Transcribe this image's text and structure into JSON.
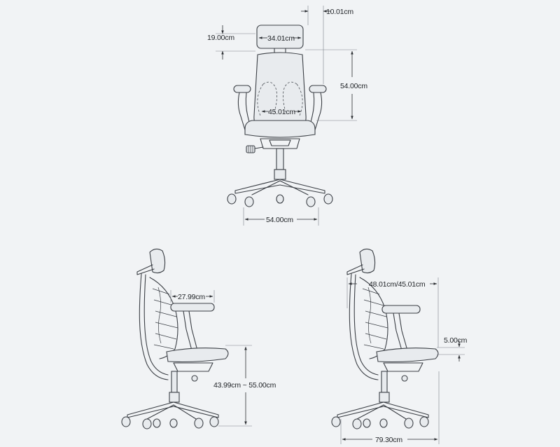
{
  "colors": {
    "background": "#f1f3f5",
    "line": "#3b3f45",
    "dimension": "#2a2d31"
  },
  "front_view": {
    "dim_armrest_offset": "10.01cm",
    "dim_headrest_height": "19.00cm",
    "dim_headrest_width": "34.01cm",
    "dim_back_height": "54.00cm",
    "dim_seat_width": "45.01cm",
    "dim_base_width": "54.00cm"
  },
  "side_view_left": {
    "dim_armrest_depth": "27.99cm",
    "dim_seat_height": "43.99cm ~ 55.00cm"
  },
  "side_view_right": {
    "dim_seat_depth": "48.01cm/45.01cm",
    "dim_seat_tilt": "5.00cm",
    "dim_overall_depth": "79.30cm"
  }
}
